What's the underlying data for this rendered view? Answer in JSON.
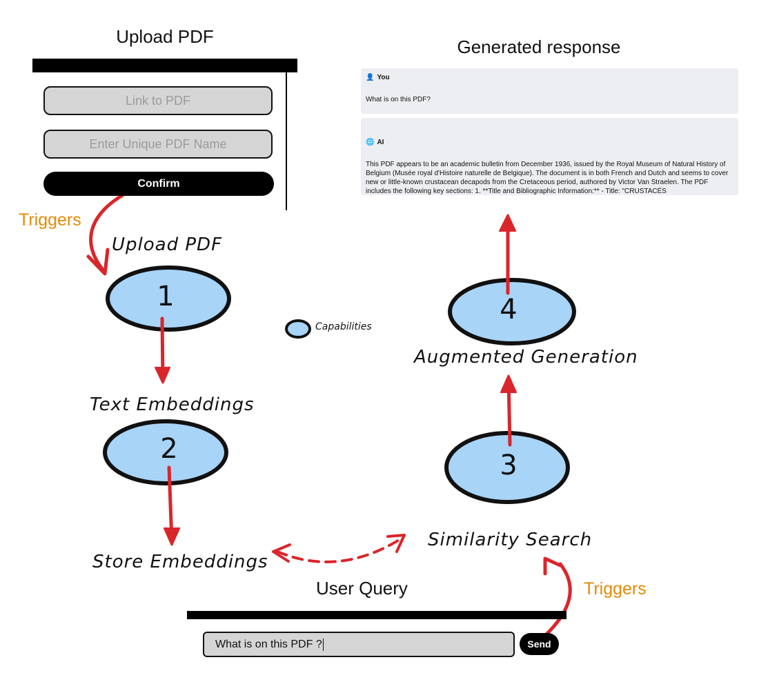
{
  "upload_panel": {
    "title": "Upload PDF",
    "link_placeholder": "Link to PDF",
    "name_placeholder": "Enter Unique PDF Name",
    "confirm_label": "Confirm"
  },
  "chat_panel": {
    "title": "Generated response",
    "user_role": "You",
    "user_message": "What is on this PDF?",
    "ai_role": "AI",
    "ai_message": "This PDF appears to be an academic bulletin from December 1936, issued by the Royal Museum of Natural History of Belgium (Musée royal d'Histoire naturelle de Belgique). The document is in both French and Dutch and seems to cover new or little-known crustacean decapods from the Cretaceous period, authored by Victor Van Straelen. The PDF includes the following key sections: 1. **Title and Bibliographic Information:** - Title: \"CRUSTACÉS"
  },
  "diagram": {
    "triggers_left": "Triggers",
    "triggers_right": "Triggers",
    "step1_label": "Upload PDF",
    "step1_number": "1",
    "step2_label": "Text Embeddings",
    "step2_number": "2",
    "store_label": "Store Embeddings",
    "step3_label": "Similarity Search",
    "step3_number": "3",
    "step4_label": "Augmented Generation",
    "step4_number": "4",
    "legend_label": "Capabilities",
    "ellipse_fill": "#a8d4f7",
    "arrow_color": "#d9262b",
    "trigger_color": "#e38a05"
  },
  "query_panel": {
    "title": "User Query",
    "input_value": "What is on this PDF ?",
    "send_label": "Send"
  }
}
